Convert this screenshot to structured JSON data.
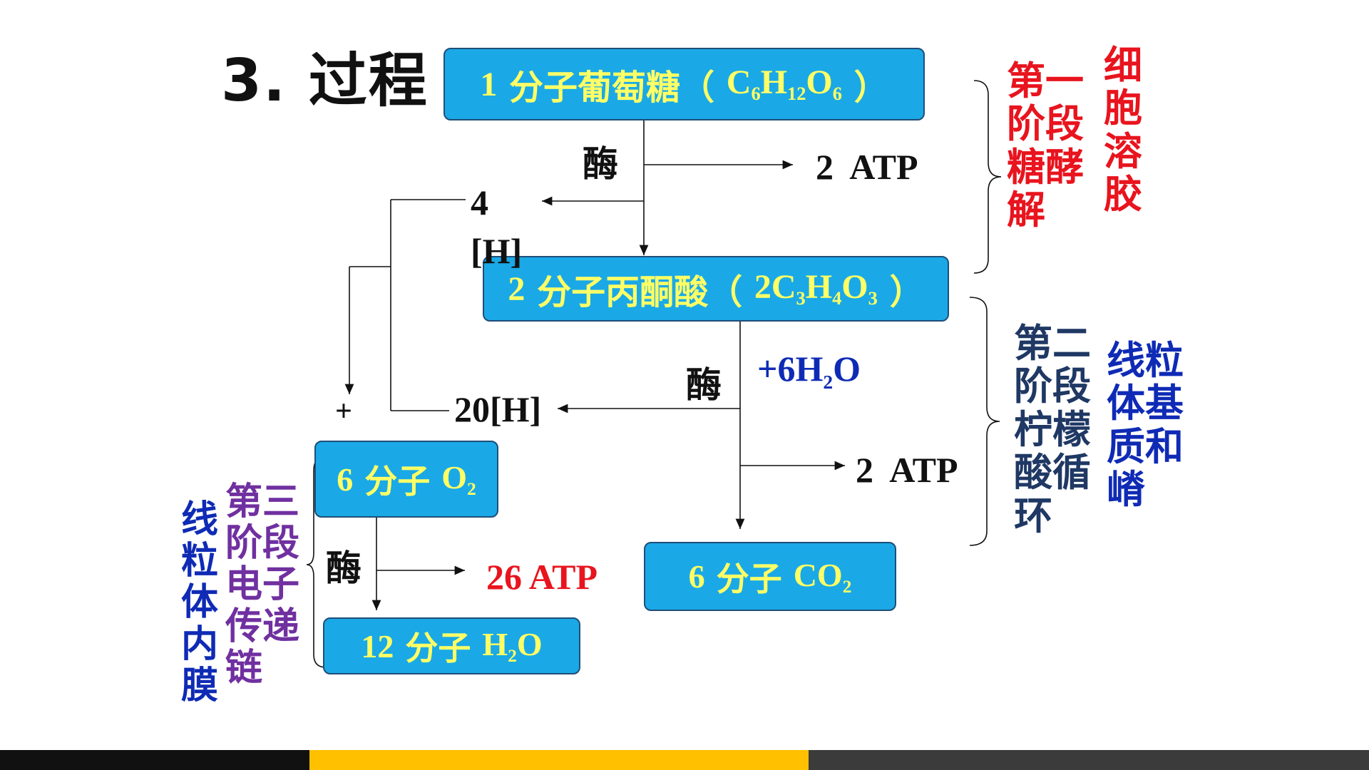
{
  "title": "3. 过程",
  "boxes": {
    "glucose": {
      "num": "1",
      "name": "分子葡萄糖（",
      "formula_parts": [
        "C",
        "6",
        "H",
        "12",
        "O",
        "6"
      ],
      "close": "）"
    },
    "pyruvate": {
      "num": "2",
      "name": "分子丙酮酸（",
      "formula_parts": [
        "2C",
        "3",
        "H",
        "4",
        "O",
        "3"
      ],
      "close": "）"
    },
    "oxygen": {
      "num": "6",
      "name": "分子",
      "formula_parts": [
        "O",
        "2"
      ]
    },
    "co2": {
      "num": "6",
      "name": "分子",
      "formula_parts": [
        "CO",
        "2"
      ]
    },
    "water": {
      "num": "12",
      "name": "分子",
      "formula_parts": [
        "H",
        "2",
        "O"
      ]
    }
  },
  "labels": {
    "enzyme": "酶",
    "atp_stage1": "2  ATP",
    "h_stage1": "4[H]",
    "h_stage2": "20[H]",
    "water_input_prefix": "+6H",
    "water_input_sub": "2",
    "water_input_suffix": "O",
    "atp_stage2": "2  ATP",
    "atp_stage3": "26 ATP",
    "plus": "+"
  },
  "stages": {
    "stage1_name": "第一阶段糖酵解",
    "stage1_location": "细胞溶胶",
    "stage2_name": "第二阶段柠檬酸循环",
    "stage2_location": "线粒体基质和嵴",
    "stage3_name": "第三阶段电子传递链",
    "stage3_location": "线粒体内膜"
  },
  "colors": {
    "box_fill": "#1aa9e6",
    "box_text": "#ffff66",
    "stage1": "#e8141e",
    "stage2_name": "#1f3864",
    "stage2_location": "#0f2bb5",
    "stage3_name": "#7030a0",
    "stage3_location": "#0f2bb5",
    "atp_stage3": "#e8141e",
    "water_input": "#0f2bb5"
  },
  "footer_bar_colors": [
    "#111111",
    "#ffc000",
    "#3b3b3b"
  ]
}
